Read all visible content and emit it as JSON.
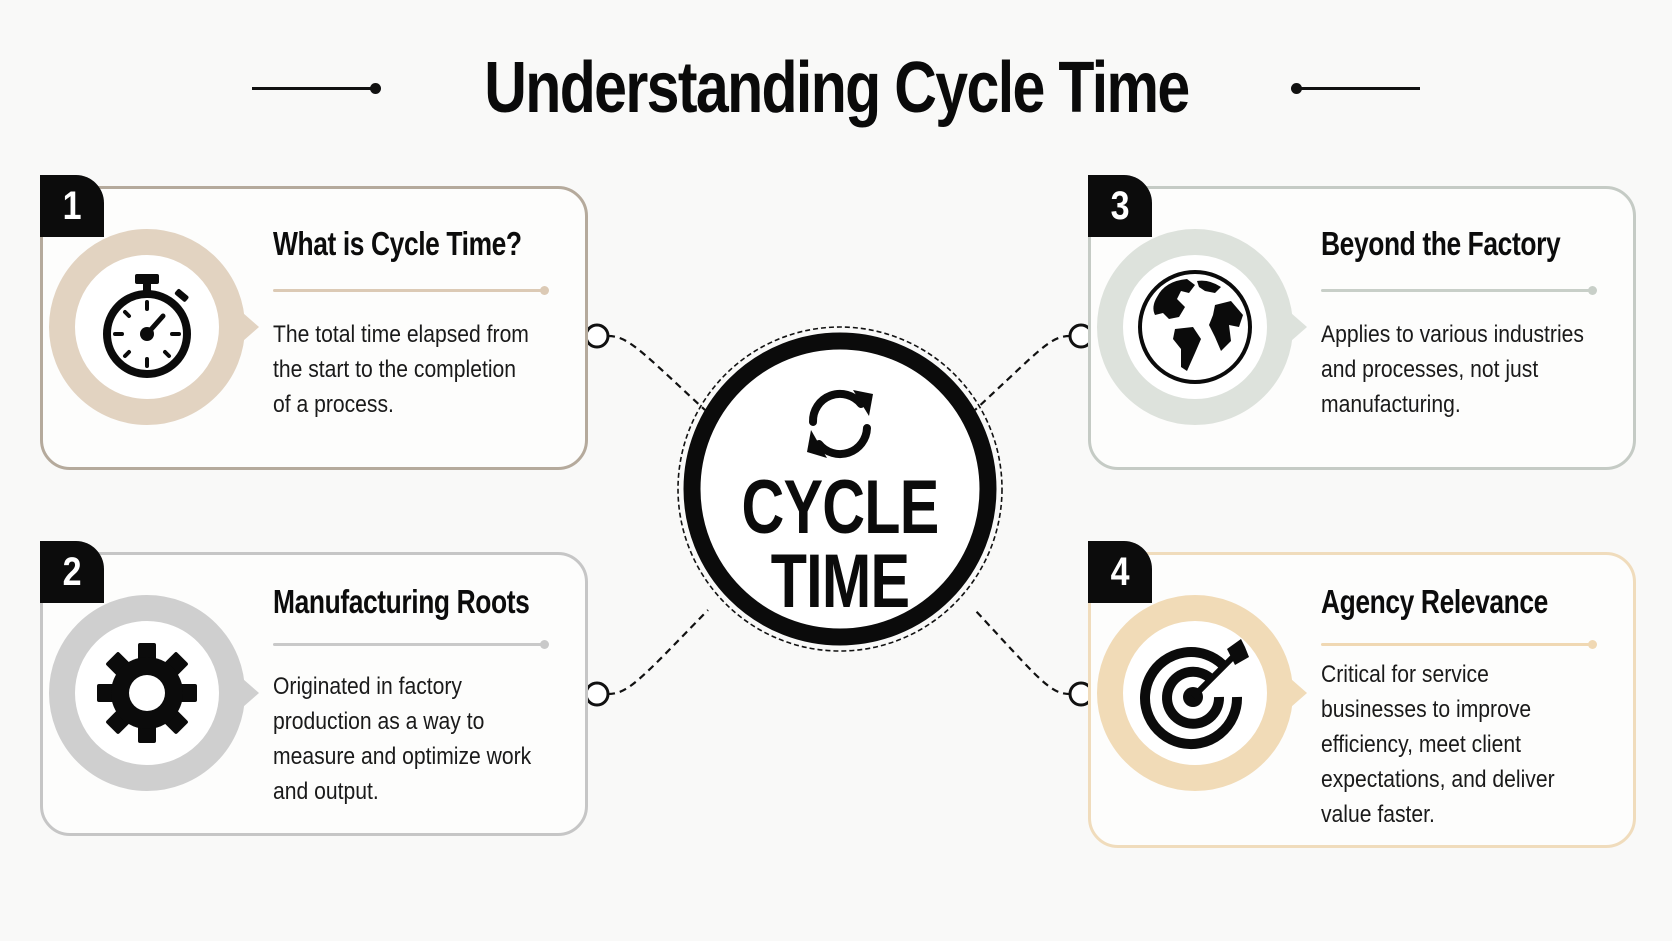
{
  "header": {
    "title": "Understanding Cycle Time"
  },
  "center": {
    "line1": "CYCLE",
    "line2": "TIME",
    "icon": "refresh-cycle-icon"
  },
  "cards": [
    {
      "number": "1",
      "title": "What is Cycle Time?",
      "body": "The total time elapsed from the start to the completion of a process.",
      "icon": "stopwatch-icon",
      "accent": "#e2d3c1"
    },
    {
      "number": "2",
      "title": "Manufacturing Roots",
      "body": "Originated in factory production as a way to measure and optimize work and output.",
      "icon": "gear-icon",
      "accent": "#cfcfcf"
    },
    {
      "number": "3",
      "title": "Beyond the Factory",
      "body": "Applies to various industries and processes, not just manufacturing.",
      "icon": "globe-icon",
      "accent": "#dde2dc"
    },
    {
      "number": "4",
      "title": "Agency Relevance",
      "body": "Critical for service businesses to improve efficiency, meet client expectations, and deliver value faster.",
      "icon": "target-icon",
      "accent": "#f1dbb7"
    }
  ]
}
